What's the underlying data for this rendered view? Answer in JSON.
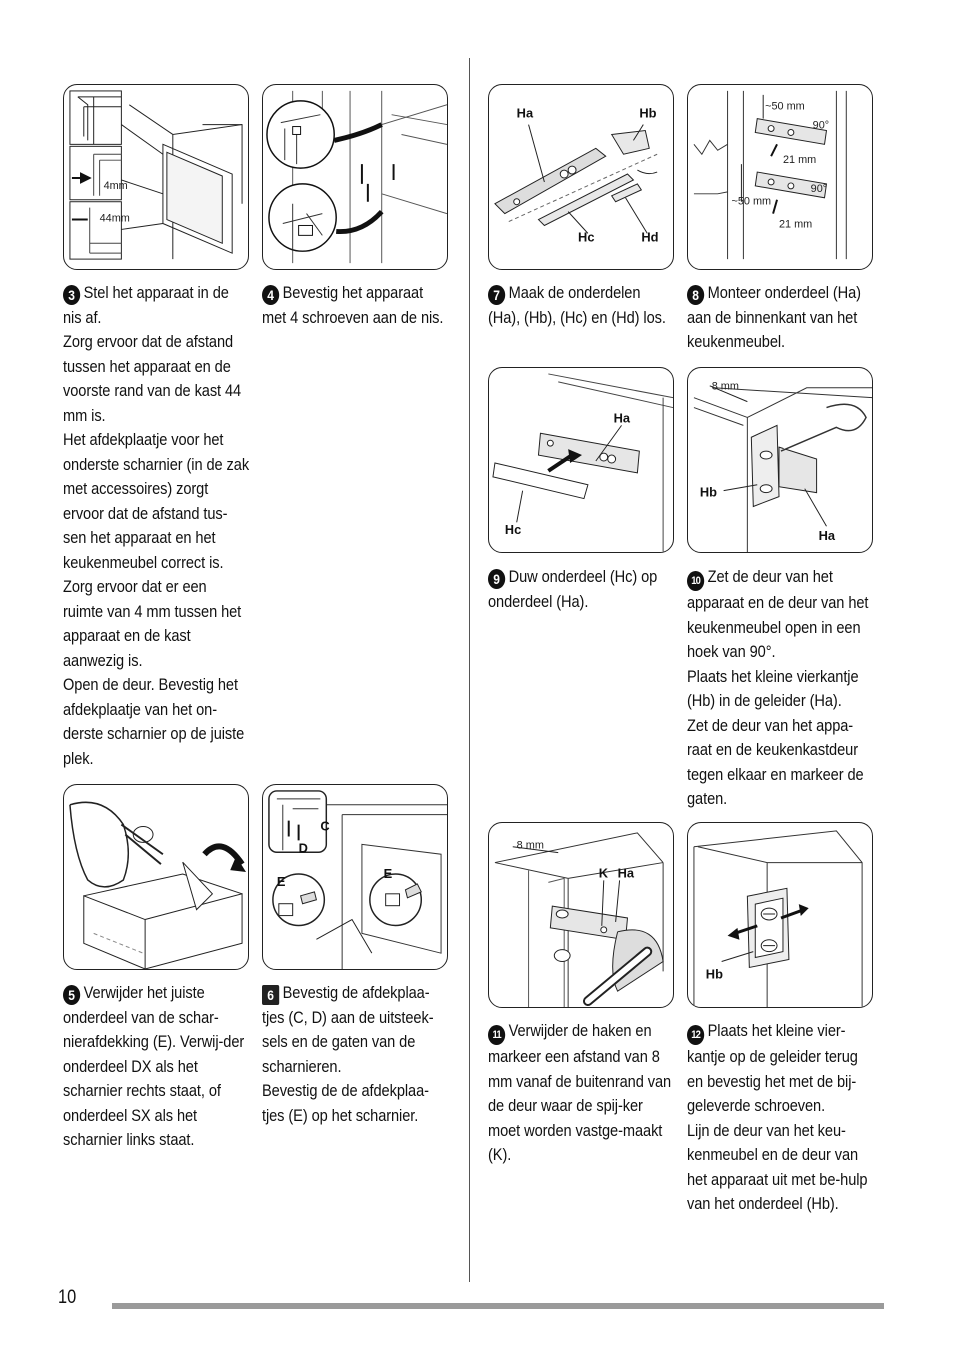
{
  "page_number": "10",
  "steps": {
    "s3": {
      "num": "3",
      "lines": [
        "Stel het apparaat in de nis af.",
        "Zorg ervoor dat de afstand tussen het apparaat en de voorste rand van de kast 44 mm is.",
        "Het afdekplaatje voor het onderste scharnier (in de zak met accessoires) zorgt ervoor dat de afstand tus-sen het apparaat en het keukenmeubel correct is.",
        "Zorg ervoor dat er een ruimte van 4 mm tussen het apparaat en de kast aanwezig is.",
        "Open de deur. Bevestig het afdekplaatje van het on-derste scharnier op de juiste plek."
      ]
    },
    "s4": {
      "num": "4",
      "lines": [
        "Bevestig het apparaat met 4 schroeven aan de nis."
      ]
    },
    "s5": {
      "num": "5",
      "lines": [
        "Verwijder het juiste onderdeel van de schar-nierafdekking (E). Verwij-der onderdeel DX als het scharnier rechts staat, of onderdeel SX als het scharnier links staat."
      ]
    },
    "s6": {
      "num": "6",
      "lines": [
        "Bevestig de afdekplaa-tjes (C, D) aan de uitsteek-sels en de gaten van de scharnieren.",
        "Bevestig de de afdekplaa-tjes (E) op het scharnier."
      ]
    },
    "s7": {
      "num": "7",
      "lines": [
        "Maak de onderdelen (Ha), (Hb), (Hc) en (Hd) los."
      ]
    },
    "s8": {
      "num": "8",
      "lines": [
        "Monteer onderdeel (Ha) aan de binnenkant van het keukenmeubel."
      ]
    },
    "s9": {
      "num": "9",
      "lines": [
        "Duw onderdeel (Hc) op onderdeel (Ha)."
      ]
    },
    "s10": {
      "num": "10",
      "lines": [
        "Zet de deur van het apparaat en de deur van het keukenmeubel open in een hoek van 90°.",
        "Plaats het kleine vierkantje (Hb) in de geleider (Ha).",
        "Zet de deur van het appa-raat en de keukenkastdeur tegen elkaar en markeer de gaten."
      ]
    },
    "s11": {
      "num": "11",
      "lines": [
        "Verwijder de haken en markeer een afstand van 8 mm vanaf de buitenrand van de deur waar de spij-ker moet worden vastge-maakt (K)."
      ]
    },
    "s12": {
      "num": "12",
      "lines": [
        "Plaats het kleine vier-kantje op de geleider terug en bevestig het met de bij-geleverde schroeven.",
        "Lijn de deur van het keu-kenmeubel en de deur van het apparaat uit met be-hulp van het onderdeel (Hb)."
      ]
    }
  },
  "figures": {
    "f3": {
      "dim_4": "4mm",
      "dim_44": "44mm"
    },
    "f6": {
      "c": "C",
      "d": "D",
      "e1": "E",
      "e2": "E"
    },
    "f7": {
      "ha": "Ha",
      "hb": "Hb",
      "hc": "Hc",
      "hd": "Hd"
    },
    "f8": {
      "d1": "~50 mm",
      "a1": "90°",
      "d2": "21 mm",
      "a2": "90°",
      "d3": "~50 mm",
      "d4": "21 mm"
    },
    "f9": {
      "ha": "Ha",
      "hc": "Hc"
    },
    "f10": {
      "d": "8 mm",
      "hb": "Hb",
      "ha": "Ha"
    },
    "f11": {
      "d": "8 mm",
      "k": "K",
      "ha": "Ha"
    },
    "f12": {
      "hb": "Hb"
    }
  }
}
